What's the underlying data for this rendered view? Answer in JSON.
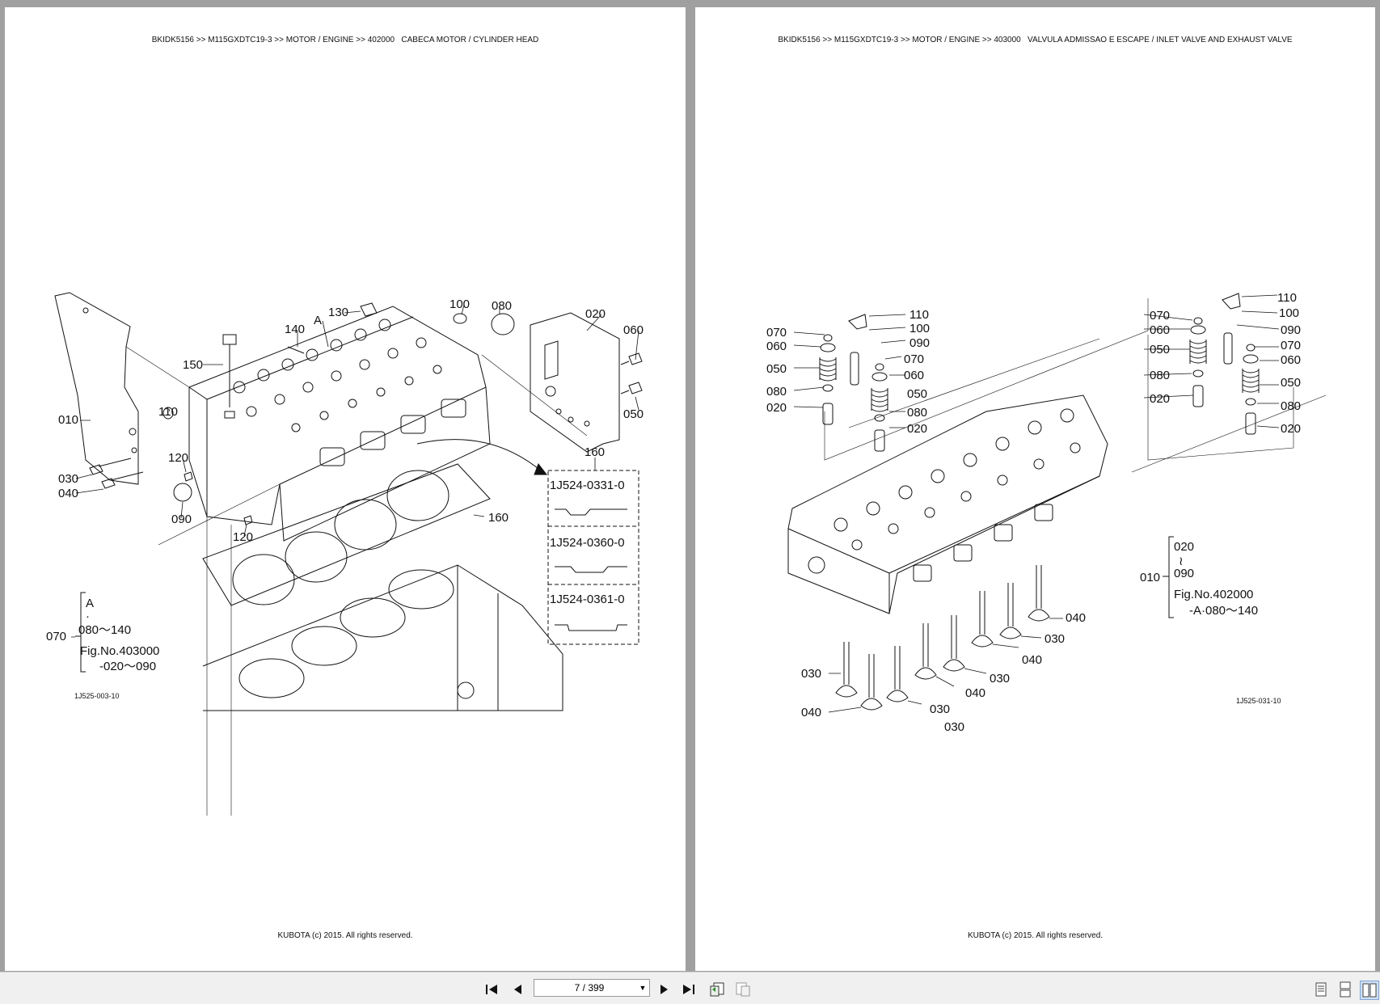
{
  "left_page": {
    "header": "BKIDK5156 >> M115GXDTC19-3 >> MOTOR / ENGINE >> 402000   CABECA MOTOR / CYLINDER HEAD",
    "footer": "KUBOTA (c) 2015. All rights reserved.",
    "labels": {
      "l010": "010",
      "l020": "020",
      "l030": "030",
      "l040": "040",
      "l050": "050",
      "l060": "060",
      "l080": "080",
      "l090": "090",
      "l100": "100",
      "l110": "110",
      "l120a": "120",
      "l120b": "120",
      "l130": "130",
      "l140": "140",
      "l150": "150",
      "l160a": "160",
      "l160b": "160",
      "lA": "A"
    },
    "gaskets": [
      "1J524-0331-0",
      "1J524-0360-0",
      "1J524-0361-0"
    ],
    "note": {
      "code": "070",
      "line1": "A",
      "line2": "·",
      "line3": "080～140",
      "line4": "Fig.No.403000",
      "line5": "-020～090"
    },
    "fig_id": "1J525-003-10"
  },
  "right_page": {
    "header": "BKIDK5156 >> M115GXDTC19-3 >> MOTOR / ENGINE >> 403000   VALVULA ADMISSAO E ESCAPE / INLET VALVE AND EXHAUST VALVE",
    "footer": "KUBOTA (c) 2015. All rights reserved.",
    "labels": {
      "r110a": "110",
      "r100a": "100",
      "r090a": "090",
      "r070a": "070",
      "r060a": "060",
      "r050a": "050",
      "r080a": "080",
      "r020a": "020",
      "r070b": "070",
      "r060b": "060",
      "r050b": "050",
      "r080b": "080",
      "r020b": "020",
      "r110c": "110",
      "r100c": "100",
      "r090c": "090",
      "r070c": "070",
      "r060c": "060",
      "r050c": "050",
      "r080c": "080",
      "r020c": "020",
      "r070d": "070",
      "r060d": "060",
      "r050d": "050",
      "r080d": "080",
      "r020d": "020",
      "r040a": "040",
      "r030a": "030",
      "r040b": "040",
      "r030b": "030",
      "r040c": "040",
      "r030c": "030",
      "r030d": "030",
      "r040d": "040",
      "r030e": "030"
    },
    "note": {
      "code": "010",
      "line1": "020",
      "line2": "≀",
      "line3": "090",
      "line4": "Fig.No.402000",
      "line5": "-A·080～140"
    },
    "fig_id": "1J525-031-10"
  },
  "toolbar": {
    "page_indicator": "7 / 399"
  }
}
